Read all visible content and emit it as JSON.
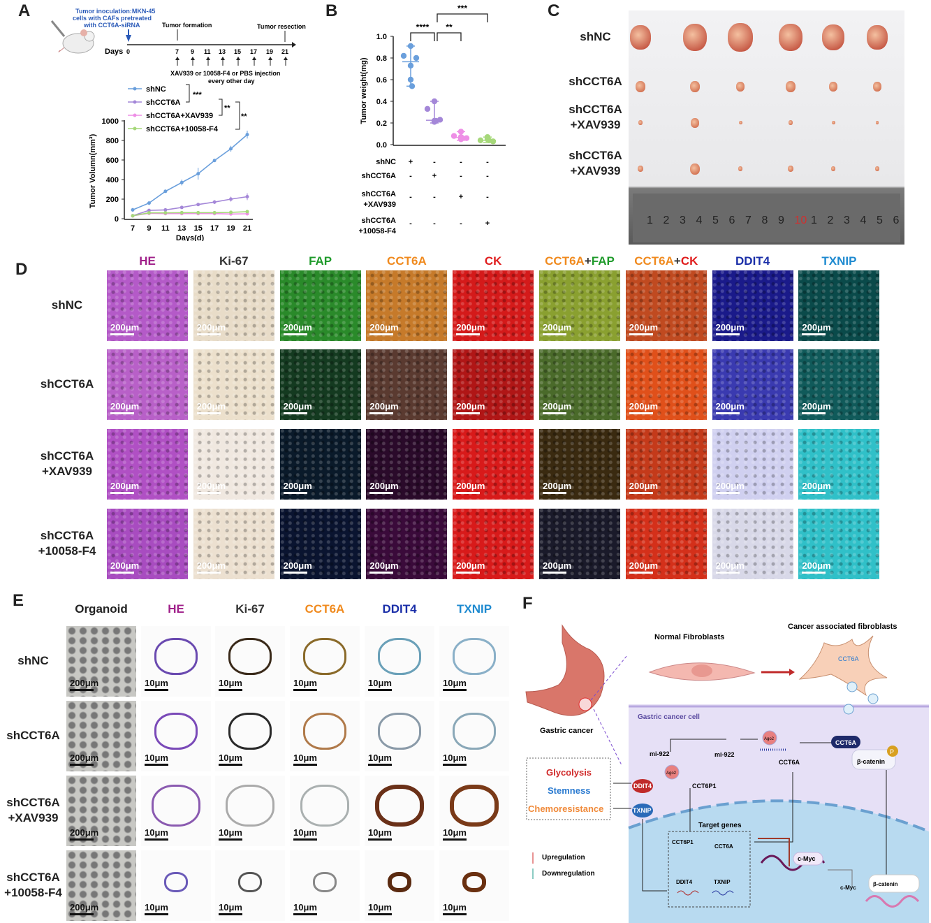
{
  "panels": {
    "a": "A",
    "b": "B",
    "c": "C",
    "d": "D",
    "e": "E",
    "f": "F"
  },
  "timeline": {
    "inoculation": [
      "Tumor inoculation:MKN-45",
      "cells with CAFs pretreated",
      "with CCT6A-siRNA"
    ],
    "formation": "Tumor formation",
    "resection": "Tumor resection",
    "days_label": "Days",
    "days": [
      "0",
      "7",
      "9",
      "11",
      "13",
      "15",
      "17",
      "19",
      "21"
    ],
    "injection": "XAV939 or 10058-F4 or PBS  injection",
    "injection2": "every other day"
  },
  "chart_data": [
    {
      "type": "line",
      "xlabel": "Days(d)",
      "ylabel": "Tumor Volumn(mm³)",
      "ylim": [
        0,
        1000
      ],
      "yticks": [
        "0",
        "200",
        "400",
        "600",
        "800",
        "1000"
      ],
      "x": [
        7,
        9,
        11,
        13,
        15,
        17,
        19,
        21
      ],
      "series": [
        {
          "name": "shNC",
          "color": "#6a9fdc",
          "values": [
            90,
            160,
            280,
            370,
            460,
            595,
            715,
            860
          ],
          "err": [
            20,
            20,
            10,
            30,
            60,
            15,
            30,
            40
          ]
        },
        {
          "name": "shCCT6A",
          "color": "#a487d8",
          "values": [
            30,
            85,
            90,
            115,
            145,
            170,
            200,
            225
          ],
          "err": [
            5,
            8,
            5,
            8,
            8,
            20,
            25,
            35
          ]
        },
        {
          "name": "shCCT6A+XAV939",
          "color": "#ee8fe6",
          "values": [
            30,
            55,
            52,
            52,
            52,
            52,
            48,
            50
          ],
          "err": [
            3,
            3,
            3,
            3,
            3,
            3,
            3,
            3
          ]
        },
        {
          "name": "shCCT6A+10058-F4",
          "color": "#a6d87a",
          "values": [
            30,
            60,
            60,
            62,
            62,
            62,
            65,
            72
          ],
          "err": [
            3,
            3,
            3,
            3,
            3,
            3,
            3,
            3
          ]
        }
      ],
      "significance": [
        "***",
        "**",
        "**"
      ]
    },
    {
      "type": "scatter",
      "ylabel": "Tumor weight(mg)",
      "ylim": [
        0,
        1.0
      ],
      "yticks": [
        "0.0",
        "0.2",
        "0.4",
        "0.6",
        "0.8",
        "1.0"
      ],
      "groups": [
        {
          "name": "shNC",
          "color": "#6a9fdc",
          "points": [
            0.91,
            0.82,
            0.8,
            0.73,
            0.6,
            0.54
          ],
          "median": 0.765,
          "range": [
            0.54,
            0.91
          ]
        },
        {
          "name": "shCCT6A",
          "color": "#a487d8",
          "points": [
            0.4,
            0.33,
            0.23,
            0.21,
            0.22,
            0.22
          ],
          "median": 0.225,
          "range": [
            0.2,
            0.4
          ]
        },
        {
          "name": "shCCT6A+XAV939",
          "color": "#ee8fe6",
          "points": [
            0.12,
            0.08,
            0.06,
            0.05,
            0.07,
            0.06
          ],
          "median": 0.065,
          "range": [
            0.04,
            0.12
          ]
        },
        {
          "name": "shCCT6A+10058-F4",
          "color": "#a6d87a",
          "points": [
            0.07,
            0.04,
            0.03,
            0.05,
            0.06,
            0.04
          ],
          "median": 0.04,
          "range": [
            0.02,
            0.07
          ]
        }
      ],
      "significance": [
        "****",
        "**",
        "***"
      ],
      "table_rows": [
        {
          "label": [
            "shNC"
          ],
          "marks": [
            "+",
            "-",
            "-",
            "-"
          ]
        },
        {
          "label": [
            "shCCT6A"
          ],
          "marks": [
            "-",
            "+",
            "-",
            "-"
          ]
        },
        {
          "label": [
            "shCCT6A",
            "+XAV939"
          ],
          "marks": [
            "-",
            "-",
            "+",
            "-"
          ]
        },
        {
          "label": [
            "shCCT6A",
            "+10058-F4"
          ],
          "marks": [
            "-",
            "-",
            "-",
            "+"
          ]
        }
      ]
    }
  ],
  "panel_c": {
    "rows": [
      [
        "shNC"
      ],
      [
        "shCCT6A"
      ],
      [
        "shCCT6A",
        "+XAV939"
      ],
      [
        "shCCT6A",
        "+XAV939"
      ]
    ],
    "ruler": [
      "1",
      "2",
      "3",
      "4",
      "5",
      "6",
      "7",
      "8",
      "9",
      "10",
      "1",
      "2",
      "3",
      "4",
      "5",
      "6"
    ]
  },
  "panel_d": {
    "columns": [
      {
        "label": "HE",
        "color": "#a0208a"
      },
      {
        "label": "Ki-67",
        "color": "#333333"
      },
      {
        "label": "FAP",
        "color": "#1e9a2a"
      },
      {
        "label": "CCT6A",
        "color": "#f08a1e"
      },
      {
        "label": "CK",
        "color": "#e01e1e"
      },
      {
        "label": "CCT6A+FAP",
        "parts": [
          "CCT6A",
          "+",
          "FAP"
        ],
        "colors": [
          "#f08a1e",
          "#333333",
          "#1e9a2a"
        ]
      },
      {
        "label": "CCT6A+CK",
        "parts": [
          "CCT6A",
          "+",
          "CK"
        ],
        "colors": [
          "#f08a1e",
          "#333333",
          "#e01e1e"
        ]
      },
      {
        "label": "DDIT4",
        "color": "#1a2ea8"
      },
      {
        "label": "TXNIP",
        "color": "#1e8ad0"
      }
    ],
    "rows": [
      [
        "shNC"
      ],
      [
        "shCCT6A"
      ],
      [
        "shCCT6A",
        "+XAV939"
      ],
      [
        "shCCT6A",
        "+10058-F4"
      ]
    ],
    "scale_bar": "200μm",
    "tile_colors": [
      [
        "#b45ac8",
        "#e8dcc8",
        "#2a8a2a",
        "#c67a2a",
        "#d41a1a",
        "#8aa030",
        "#c04a20",
        "#1a1a8a",
        "#0a4a4a"
      ],
      [
        "#b860c8",
        "#ece0cc",
        "#143a20",
        "#5a3a30",
        "#b01616",
        "#4a6a2a",
        "#e0501a",
        "#3a3ab0",
        "#105a5a"
      ],
      [
        "#b050c4",
        "#f0e8e0",
        "#0a1a2a",
        "#2a0a2a",
        "#d81a1a",
        "#3a2a10",
        "#c43a1a",
        "#d0d0f0",
        "#30c0c8"
      ],
      [
        "#a84cc0",
        "#ece0d0",
        "#0a1430",
        "#3a0a3a",
        "#d81a1a",
        "#1a1a2a",
        "#d4301a",
        "#d8d8e8",
        "#30c0c8"
      ]
    ]
  },
  "panel_e": {
    "columns": [
      {
        "label": "Organoid",
        "color": "#222222"
      },
      {
        "label": "HE",
        "color": "#a0208a"
      },
      {
        "label": "Ki-67",
        "color": "#333333"
      },
      {
        "label": "CCT6A",
        "color": "#f08a1e"
      },
      {
        "label": "DDIT4",
        "color": "#1a2ea8"
      },
      {
        "label": "TXNIP",
        "color": "#1e8ad0"
      }
    ],
    "rows": [
      [
        "shNC"
      ],
      [
        "shCCT6A"
      ],
      [
        "shCCT6A",
        "+XAV939"
      ],
      [
        "shCCT6A",
        "+10058-F4"
      ]
    ],
    "scale_organoid": "200μm",
    "scale_other": "10μm",
    "ring_colors": [
      [
        "#555555",
        "#6a4ab0",
        "#3a2a1a",
        "#8a6a2a",
        "#6aa0b8",
        "#8ab0c8"
      ],
      [
        "#555555",
        "#7a4ab8",
        "#2a2a2a",
        "#b07a4a",
        "#8a9aa8",
        "#8aa8b8"
      ],
      [
        "#555555",
        "#8a5ab0",
        "#aaaaaa",
        "#aab0b0",
        "#6a3018",
        "#7a3a18"
      ],
      [
        "#555555",
        "#6a5ab8",
        "#555555",
        "#888888",
        "#5a2a10",
        "#6a3010"
      ]
    ]
  },
  "panel_f": {
    "normal_fibroblasts": "Normal Fibroblasts",
    "caf": "Cancer associated fibroblasts",
    "caf_cct6a": "CCT6A",
    "gastric_cancer": "Gastric cancer",
    "gastric_cancer_cell": "Gastric cancer cell",
    "outcomes": {
      "glycolysis": "Glycolysis",
      "stemness": "Stemness",
      "chemoresistance": "Chemoresistance"
    },
    "colors": {
      "glycolysis": "#d02a2a",
      "stemness": "#2a7ad0",
      "chemoresistance": "#f08a3a"
    },
    "mi922_a": "mi-922",
    "mi922_b": "mi-922",
    "ago2": "Ago2",
    "cct6p1": "CCT6P1",
    "cct6a": "CCT6A",
    "cct6a_node": "CCT6A",
    "p": "P",
    "beta_catenin": "β-catenin",
    "beta_catenin_nuc": "β-catenin",
    "ddit4": "DDIT4",
    "txnip": "TXNIP",
    "target_genes": "Target genes",
    "box_cct6p1": "CCT6P1",
    "box_cct6a": "CCT6A",
    "box_ddit4": "DDIT4",
    "box_txnip": "TXNIP",
    "cmyc": "c-Myc",
    "cmyc2": "c-Myc",
    "upregulation": "Upregulation",
    "downregulation": "Downregulation"
  }
}
